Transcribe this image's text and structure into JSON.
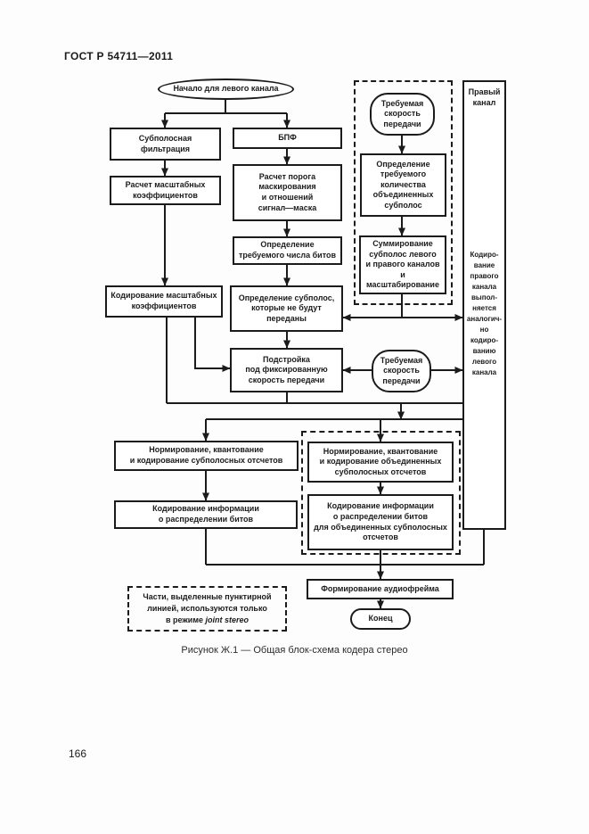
{
  "page": {
    "header": "ГОСТ Р 54711—2011",
    "page_number": "166",
    "caption": "Рисунок Ж.1 — Общая блок-схема кодера стерео"
  },
  "flowchart": {
    "start": "Начало для левого канала",
    "subband_filter": "Субполосная\nфильтрация",
    "fft": "БПФ",
    "scale_calc": "Расчет масштабных\nкоэффициентов",
    "mask_calc": "Расчет порога\nмаскирования\nи отношений\nсигнал—маска",
    "bits_calc": "Определение\nтребуемого числа битов",
    "scale_code": "Кодирование масштабных\nкоэффициентов",
    "subband_drop": "Определение субполос,\nкоторые не будут\nпереданы",
    "rate_adjust": "Подстройка\nпод фиксированную\nскорость передачи",
    "required_rate_top": "Требуемая\nскорость\nпередачи",
    "joint_count": "Определение\nтребуемого\nколичества\nобъединенных\nсубполос",
    "joint_sum": "Суммирование\nсубполос левого\nи правого каналов\nи масштабирование",
    "required_rate_mid": "Требуемая\nскорость\nпередачи",
    "right_channel_title": "Правый\nканал",
    "right_channel_note": "Кодиро-\nвание\nправого\nканала\nвыпол-\nняется\nаналогич-\nно\nкодиро-\nванию\nлевого\nканала",
    "normalize_left": "Нормирование, квантование\nи кодирование субполосных отсчетов",
    "bitalloc_left": "Кодирование информации\nо распределении битов",
    "normalize_joint": "Нормирование, квантование\nи кодирование объединенных\nсубполосных отсчетов",
    "bitalloc_joint": "Кодирование информации\nо распределении битов\nдля объединенных субполосных\nотсчетов",
    "frame": "Формирование аудиофрейма",
    "end": "Конец",
    "note_text": "Части, выделенные пунктирной\nлинией, используются только\nв режиме ",
    "note_italic": "joint stereo"
  }
}
